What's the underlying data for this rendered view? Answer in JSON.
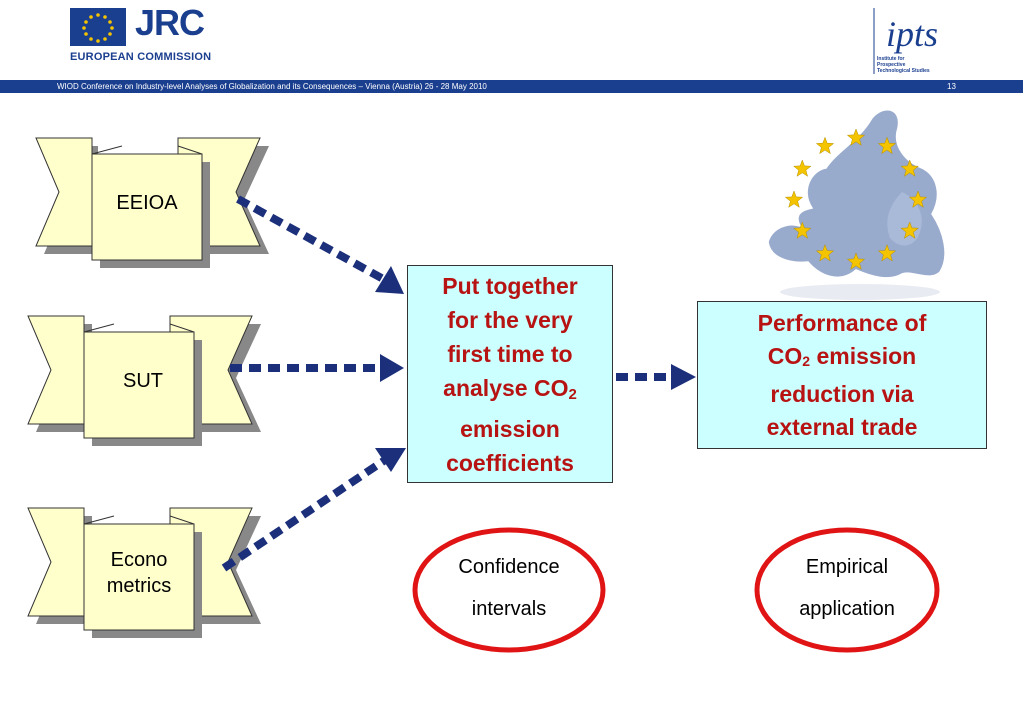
{
  "header": {
    "org_short": "JRC",
    "org_full": "EUROPEAN COMMISSION",
    "conference": "WIOD Conference on Industry-level Analyses of Globalization and its Consequences – Vienna (Austria) 26 - 28 May 2010",
    "page_number": "13",
    "ipts_mark": "ipts",
    "ipts_caption": [
      "Institute for",
      "Prospective",
      "Technological Studies"
    ]
  },
  "inputs": [
    {
      "label": "EEIOA"
    },
    {
      "label": "SUT"
    },
    {
      "label_line1": "Econo",
      "label_line2": "metrics"
    }
  ],
  "main_box": {
    "line1": "Put together",
    "line2": "for the very",
    "line3": "first time to",
    "line4_text": "analyse CO",
    "line4_sub": "2",
    "line5": "emission",
    "line6": "coefficients"
  },
  "result_box": {
    "line1": "Performance of",
    "line2_text": "CO",
    "line2_sub": "2",
    "line2_rest": " emission",
    "line3": "reduction via",
    "line4": "external trade"
  },
  "ovals": [
    {
      "line1": "Confidence",
      "line2": "intervals"
    },
    {
      "line1": "Empirical",
      "line2": "application"
    }
  ],
  "colors": {
    "navy": "#1b3f8f",
    "scroll_fill": "#ffffcc",
    "box_fill": "#ccffff",
    "box_text": "#b81313",
    "oval_stroke": "#e01414",
    "arrow": "#1b2f7a",
    "star": "#f5c400",
    "map": "#9eaecf"
  }
}
